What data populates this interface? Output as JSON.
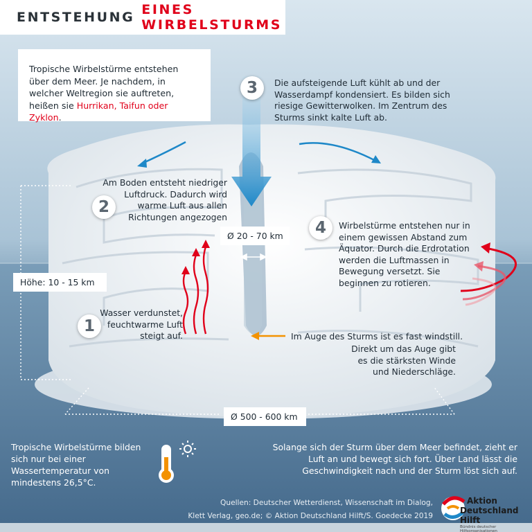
{
  "title": {
    "part1": "ENTSTEHUNG",
    "part2": "EINES WIRBELSTURMS"
  },
  "intro": {
    "text": "Tropische Wirbelstürme entstehen über dem Meer. Je nachdem, in welcher Weltregion sie auftreten, heißen sie",
    "highlight": "Hurrikan, Taifun oder Zyklon",
    "end": "."
  },
  "steps": [
    {
      "number": "1",
      "text": "Wasser verdunstet, feuchtwarme Luft steigt auf."
    },
    {
      "number": "2",
      "text": "Am Boden entsteht niedriger Luftdruck. Dadurch wird warme Luft aus allen Richtungen angezogen"
    },
    {
      "number": "3",
      "text": "Die aufsteigende Luft kühlt ab und der Wasserdampf kondensiert. Es bilden sich riesige Gewitterwolken. Im Zentrum des Sturms sinkt kalte Luft ab."
    },
    {
      "number": "4",
      "text": "Wirbelstürme entstehen nur in einem gewissen Abstand zum Äquator. Durch die Erdrotation werden die Luftmassen in Bewegung versetzt. Sie beginnen zu rotieren."
    }
  ],
  "labels": {
    "height": "Höhe: 10 - 15 km",
    "eye_diameter": "Ø 20 - 70 km",
    "storm_diameter": "Ø 500 - 600 km",
    "eye_calm": "Im Auge des Sturms ist es fast windstill.",
    "eye_winds": "Direkt um das Auge gibt es die stärksten Winde und Niederschläge."
  },
  "bottom": {
    "left": "Tropische Wirbelstürme bilden sich nur bei einer Wassertemperatur von mindestens 26,5°C.",
    "right": "Solange sich der Sturm über dem Meer befindet, zieht er Luft an und bewegt sich fort. Über Land lässt die Geschwindigkeit nach und der Sturm löst sich auf."
  },
  "sources": {
    "line1": "Quellen:  Deutscher Wetterdienst, Wissenschaft im Dialog,",
    "line2": "Klett Verlag, geo.de; © Aktion Deutschland Hilft/S. Goedecke 2019"
  },
  "logo": {
    "line1": "Aktion",
    "line2": "Deutschland Hilft",
    "line3": "Bündnis deutscher Hilfsorganisationen"
  },
  "icons": [
    "thermometer-icon",
    "sun-icon"
  ],
  "colors": {
    "accent": "#e0001a",
    "arrow_blue": "#1e88c8",
    "arrow_orange": "#f39200",
    "text": "#1f2b35"
  }
}
